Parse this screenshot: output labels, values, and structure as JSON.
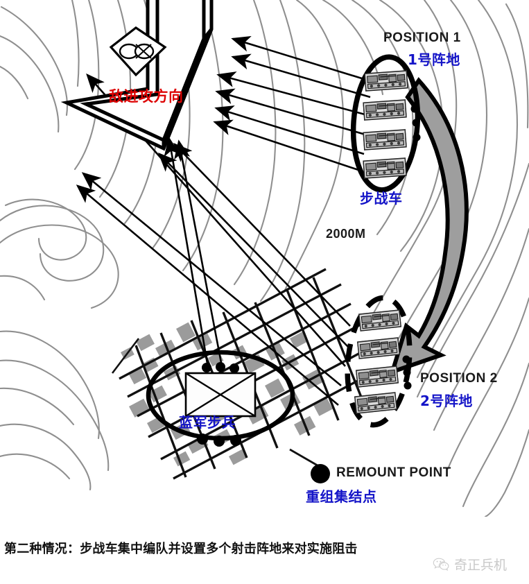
{
  "document": {
    "caption": "第二种情况：步战车集中编队并设置多个射击阵地来对实施阻击",
    "watermark": {
      "text": "奇正兵机",
      "icon": "wechat-icon"
    }
  },
  "map": {
    "type": "tactical-terrain-map",
    "labels": {
      "position1_en": "POSITION 1",
      "position1_cn": "1号阵地",
      "position2_en": "POSITION 2",
      "position2_cn": "2号阵地",
      "ifv_cn": "步战车",
      "range": "2000M",
      "enemy_attack_cn": "敌进攻方向",
      "blue_infantry_cn": "蓝军步兵",
      "remount_en": "REMOUNT POINT",
      "remount_cn": "重组集结点"
    },
    "colors": {
      "enemy_label": "#dd0000",
      "friendly_label": "#1414c8",
      "contour": "#8c8c8c",
      "movement_arrow_fill": "#9e9e9e",
      "unit_outline": "#000000",
      "urban_building": "#9b9b9b"
    },
    "positions": [
      {
        "id": "position-1",
        "ellipse": "solid",
        "vehicle_count": 4,
        "marker_dots": 3
      },
      {
        "id": "position-2",
        "ellipse": "dashed",
        "vehicle_count": 4,
        "marker_dots": 3
      }
    ],
    "fire_lines_from_position1": 6,
    "fire_lines_from_position2": 5,
    "movement_arrow": "position-1-to-position-2",
    "enemy_arrow": "large-hollow-arrow-southwest",
    "remount_point_marker": "filled-circle"
  }
}
